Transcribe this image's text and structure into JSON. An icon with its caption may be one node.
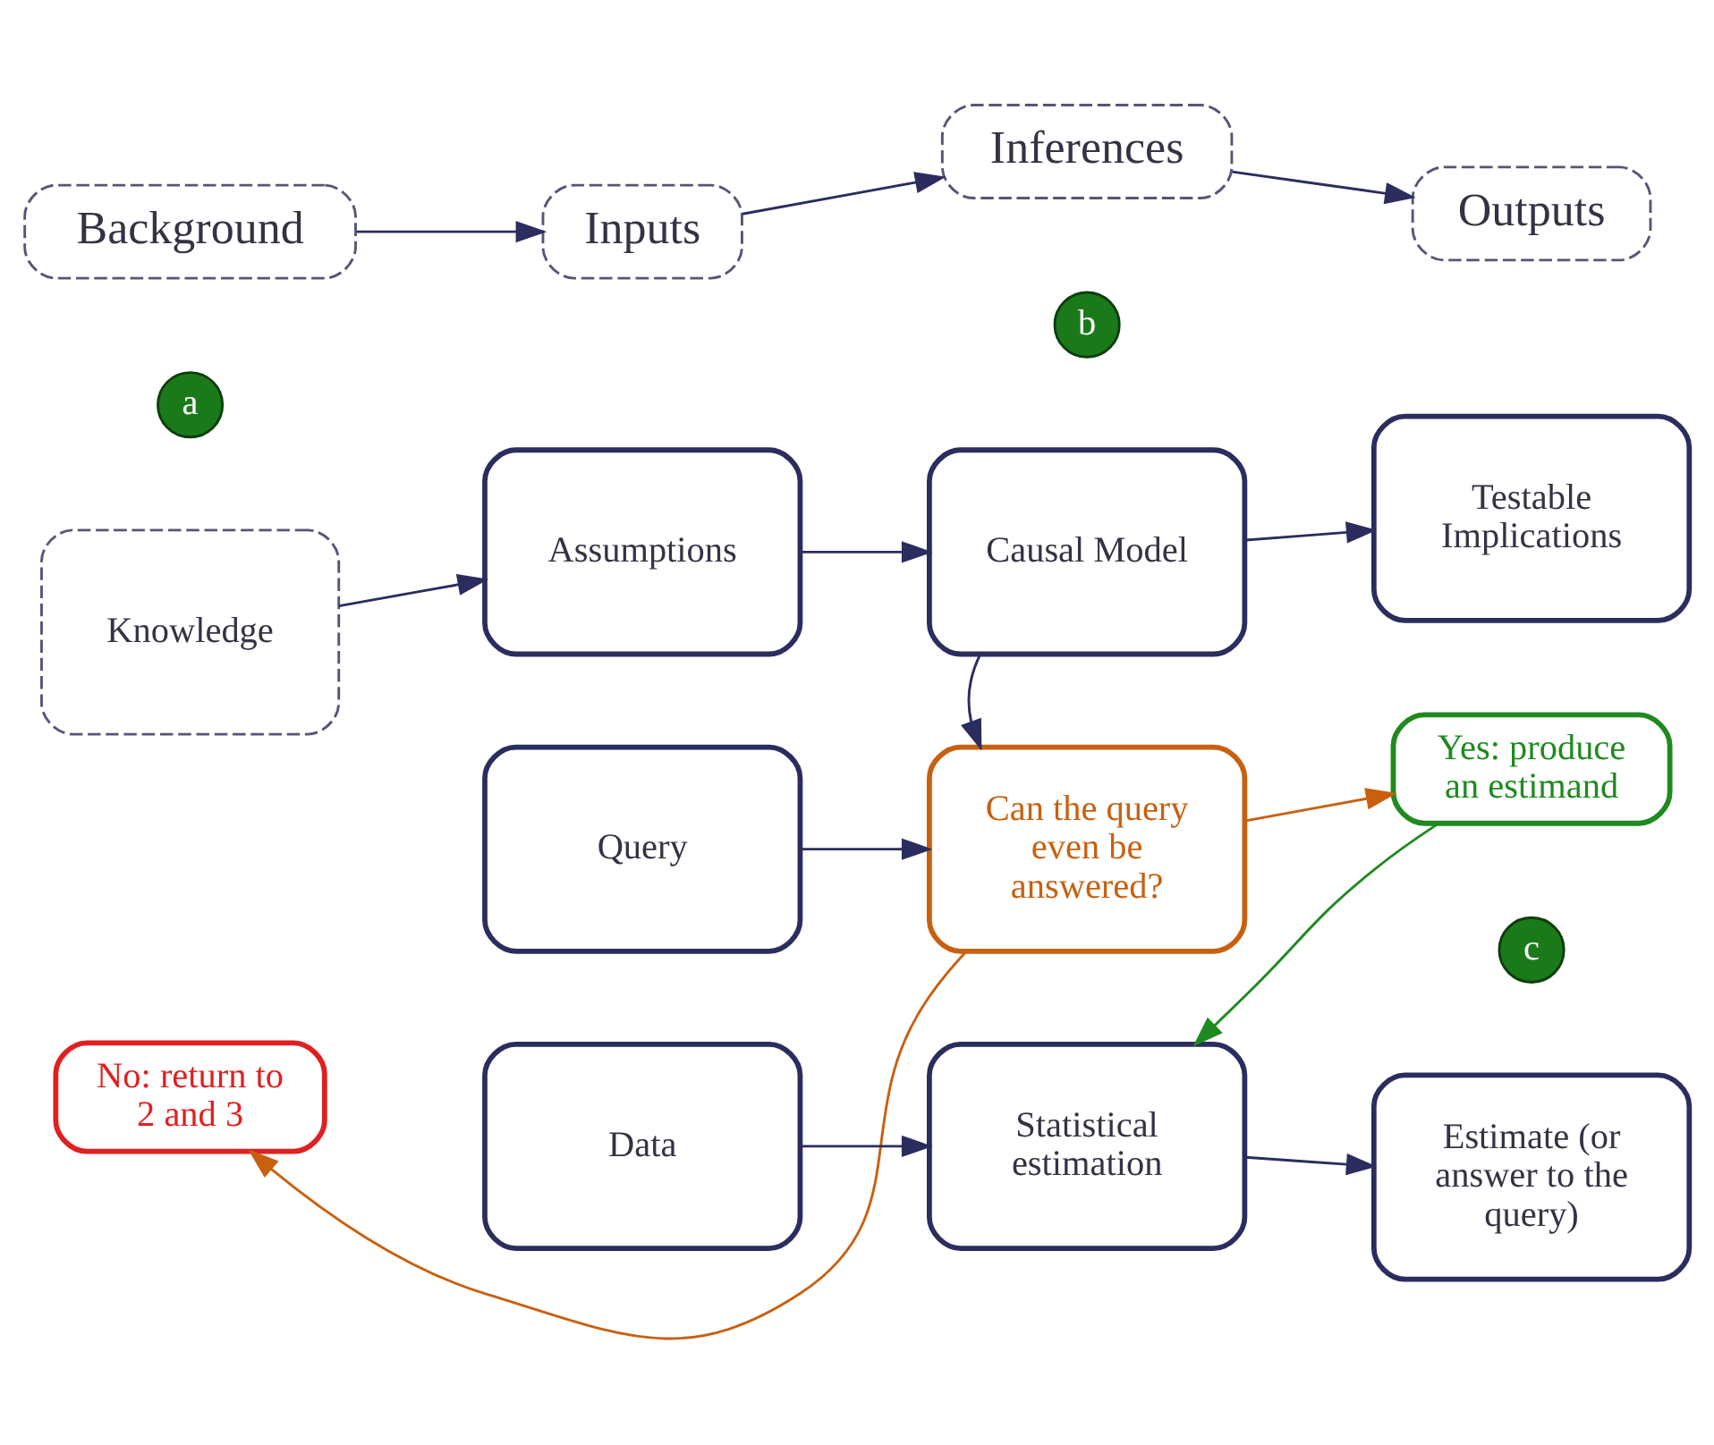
{
  "diagram": {
    "nodes": [
      {
        "text": [
          "Background"
        ]
      },
      {
        "text": [
          "Inputs"
        ]
      },
      {
        "text": [
          "Inferences"
        ]
      },
      {
        "text": [
          "Outputs"
        ]
      },
      {
        "text": [
          "b"
        ]
      },
      {
        "text": [
          "a"
        ]
      },
      {
        "text": [
          "Assumptions"
        ]
      },
      {
        "text": [
          "Causal Model"
        ]
      },
      {
        "text": [
          "Testable Implications"
        ]
      },
      {
        "text": [
          "Knowledge"
        ]
      },
      {
        "text": [
          "No: return to 2 and 3"
        ]
      },
      {
        "text": [
          "Query"
        ]
      },
      {
        "text": [
          "Can the query even be answered?"
        ]
      },
      {
        "text": [
          "Yes: produce an estimand"
        ]
      },
      {
        "text": [
          "c"
        ]
      },
      {
        "text": [
          "Data"
        ]
      },
      {
        "text": [
          "Statistical estimation"
        ]
      },
      {
        "text": [
          "Estimate (or answer to the query)"
        ]
      }
    ],
    "edges": [
      {
        "from": 0,
        "to": 1,
        "arrow": "to"
      },
      {
        "from": 1,
        "to": 2,
        "arrow": "to"
      },
      {
        "from": 2,
        "to": 3,
        "arrow": "to"
      },
      {
        "from": 9,
        "to": 6,
        "arrow": "to"
      },
      {
        "from": 6,
        "to": 7,
        "arrow": "to"
      },
      {
        "from": 7,
        "to": 8,
        "arrow": "to"
      },
      {
        "from": 7,
        "to": 12,
        "arrow": "to"
      },
      {
        "from": 12,
        "to": 10,
        "arrow": "to",
        "color": "#c8600f"
      },
      {
        "from": 11,
        "to": 12,
        "arrow": "to"
      },
      {
        "from": 12,
        "to": 13,
        "arrow": "to",
        "color": "#c8600f"
      },
      {
        "from": 13,
        "to": 16,
        "arrow": "to",
        "color": "#1f8a1f"
      },
      {
        "from": 15,
        "to": 16,
        "arrow": "to"
      },
      {
        "from": 16,
        "to": 17,
        "arrow": "to"
      }
    ]
  }
}
